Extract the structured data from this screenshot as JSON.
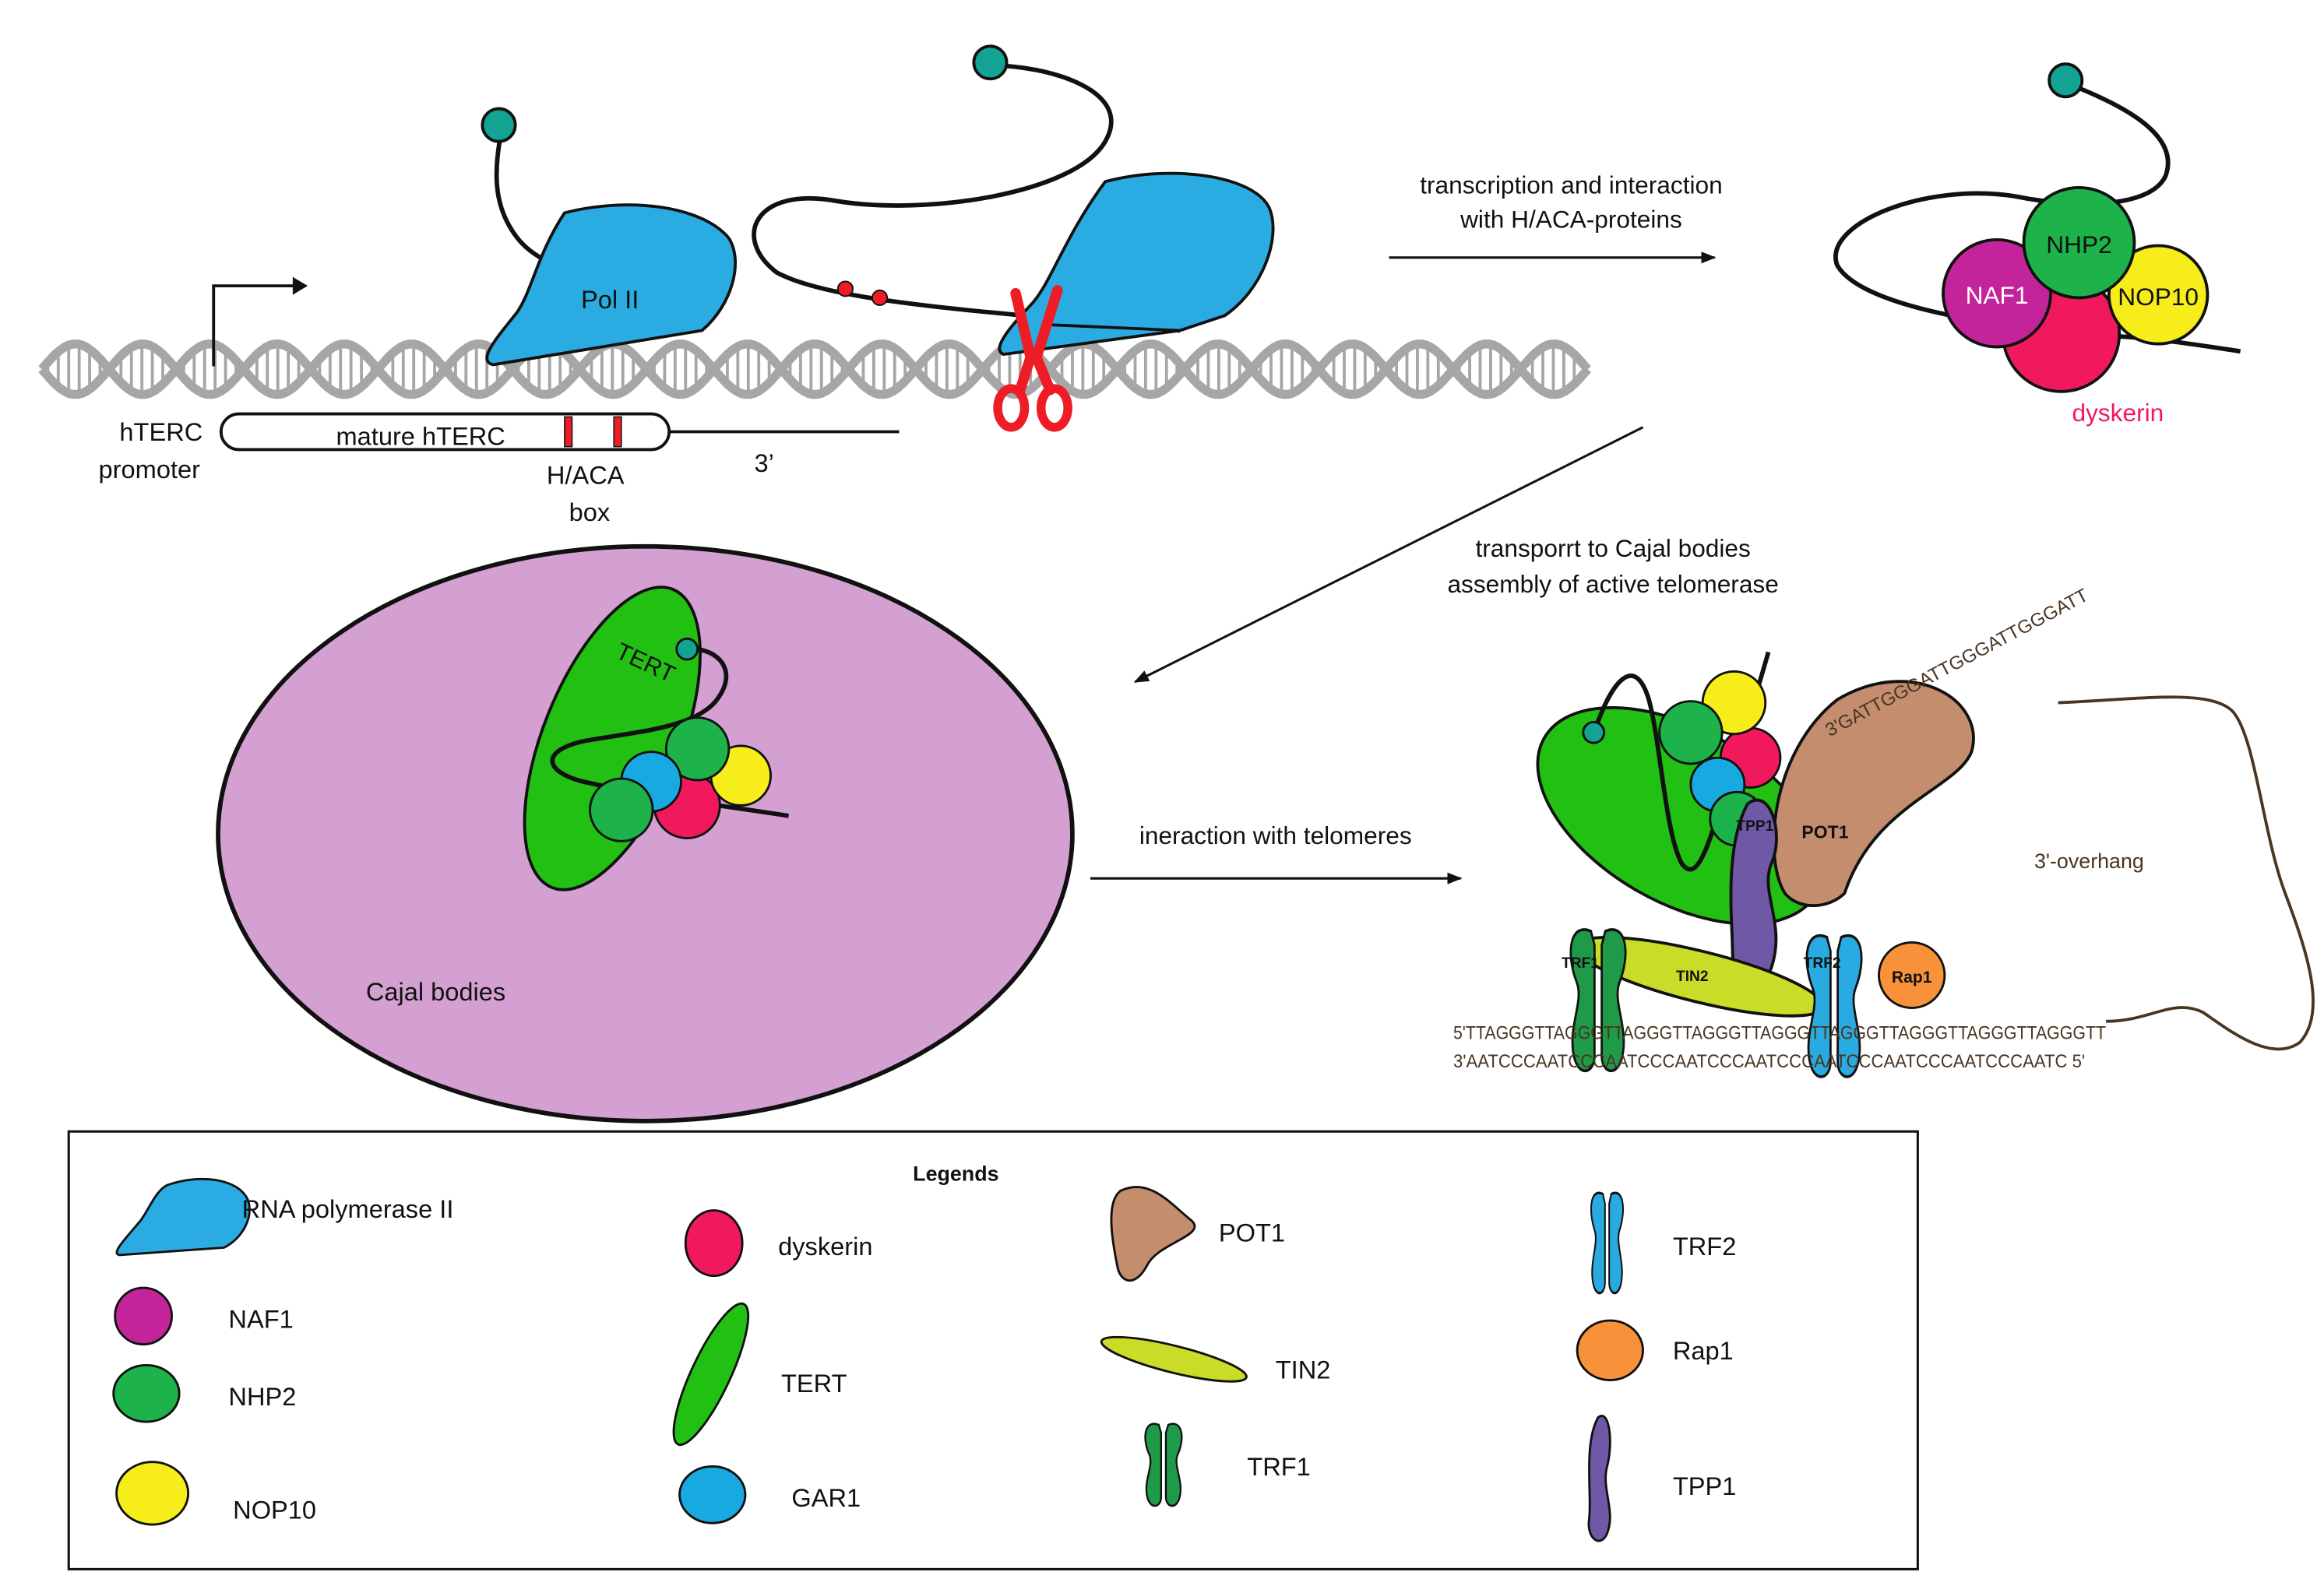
{
  "colors": {
    "pol2": "#2aabe2",
    "naf1": "#c4249a",
    "nhp2": "#1db24a",
    "nop10": "#f6ed1a",
    "dyskerin": "#f0195b",
    "tert": "#22c013",
    "gar1": "#19a9e1",
    "pot1": "#c38d6e",
    "tin2": "#c9dc27",
    "trf1": "#1e9a49",
    "trf2": "#29abe2",
    "rap1": "#f7923a",
    "tpp1": "#6f59a7",
    "cajal": "#d49fd1",
    "cap": "#13a394",
    "scissors": "#ee1c24",
    "dna": "#a6a6a6"
  },
  "top": {
    "pol2_label": "Pol II",
    "promoter_label_1": "hTERC",
    "promoter_label_2": "promoter",
    "mature_label": "mature hTERC",
    "haca_label_1": "H/ACA",
    "haca_label_2": "box",
    "three_prime": "3’"
  },
  "arrows": {
    "step1_line1": "transcription and interaction",
    "step1_line2": "with H/ACA-proteins",
    "step2_line1": "transporrt to Cajal bodies",
    "step2_line2": "assembly of active telomerase",
    "step3": "ineraction with telomeres"
  },
  "complex": {
    "naf1": "NAF1",
    "nhp2": "NHP2",
    "nop10": "NOP10",
    "dyskerin": "dyskerin"
  },
  "cajal": {
    "tert": "TERT",
    "label": "Cajal bodies"
  },
  "telomere": {
    "tpp1": "TPP1",
    "pot1": "POT1",
    "trf1": "TRF1",
    "tin2": "TIN2",
    "trf2": "TRF2",
    "rap1": "Rap1",
    "overhang_seq": "3'GATTGGGATTGGGATTGGGATT",
    "overhang_label": "3'-overhang",
    "strand_top": "5'TTAGGGTTAGGGTTAGGGTTAGGGTTAGGGTTAGGGTTAGGGTTAGGGTTAGGGTT",
    "strand_bottom": "3'AATCCCAATCCCAATCCCAATCCCAATCCCAATCCCAATCCCAATCCCAATC 5'"
  },
  "legend": {
    "title": "Legends",
    "items": [
      {
        "label": "RNA polymerase II",
        "icon": "pol2-icon"
      },
      {
        "label": "NAF1",
        "icon": "naf1-icon"
      },
      {
        "label": "NHP2",
        "icon": "nhp2-icon"
      },
      {
        "label": "NOP10",
        "icon": "nop10-icon"
      },
      {
        "label": "dyskerin",
        "icon": "dyskerin-icon"
      },
      {
        "label": "TERT",
        "icon": "tert-icon"
      },
      {
        "label": "GAR1",
        "icon": "gar1-icon"
      },
      {
        "label": "POT1",
        "icon": "pot1-icon"
      },
      {
        "label": "TIN2",
        "icon": "tin2-icon"
      },
      {
        "label": "TRF1",
        "icon": "trf1-icon"
      },
      {
        "label": "TRF2",
        "icon": "trf2-icon"
      },
      {
        "label": "Rap1",
        "icon": "rap1-icon"
      },
      {
        "label": "TPP1",
        "icon": "tpp1-icon"
      }
    ]
  }
}
